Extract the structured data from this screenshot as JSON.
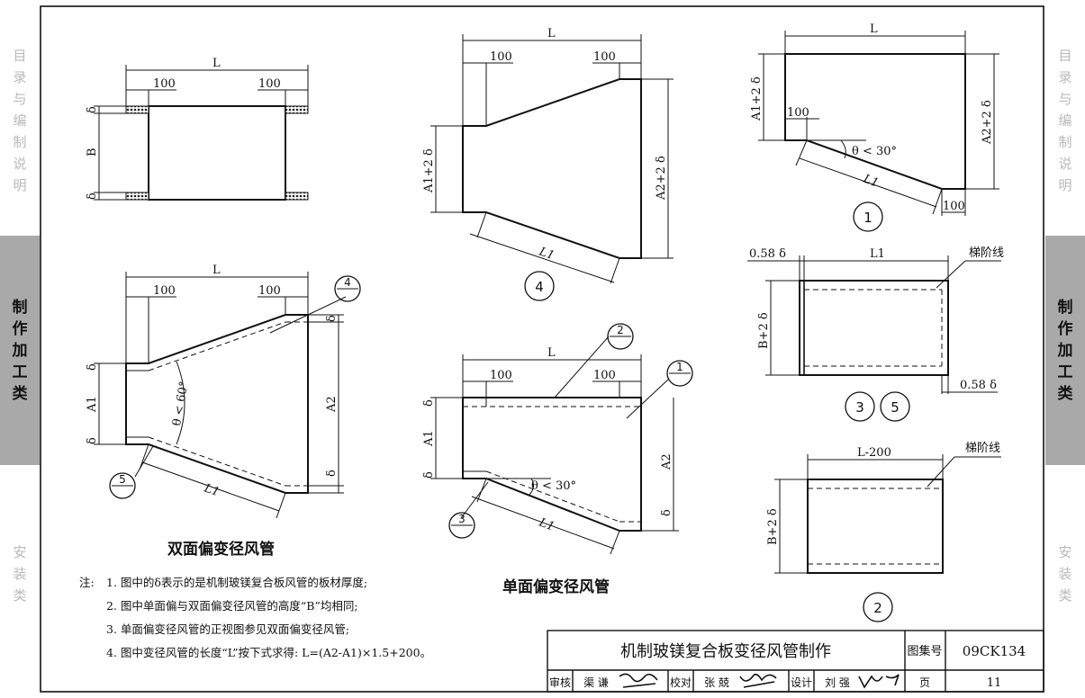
{
  "left_tabs": {
    "top": [
      "目",
      "录",
      "与",
      "编",
      "制",
      "说",
      "明"
    ],
    "mid": [
      "制",
      "作",
      "加",
      "工",
      "类"
    ],
    "bot": [
      "安",
      "装",
      "类"
    ]
  },
  "right_tabs": {
    "top": [
      "目",
      "录",
      "与",
      "编",
      "制",
      "说",
      "明"
    ],
    "mid": [
      "制",
      "作",
      "加",
      "工",
      "类"
    ],
    "bot": [
      "安",
      "装",
      "类"
    ]
  },
  "dims": {
    "L": "L",
    "d100": "100",
    "B": "B",
    "delta": "δ",
    "A1": "A1",
    "A2": "A2",
    "L1": "L1",
    "A1_2d": "A1+2 δ",
    "A2_2d": "A2+2 δ",
    "B_2d": "B+2 δ",
    "d058": "0.58 δ",
    "L_200": "L-200",
    "theta60": "θ < 60°",
    "theta30": "θ < 30°",
    "step_line": "梯阶线"
  },
  "callouts": {
    "n1": "1",
    "n2": "2",
    "n3": "3",
    "n4": "4",
    "n5": "5"
  },
  "captions": {
    "double": "双面偏变径风管",
    "single": "单面偏变径风管"
  },
  "notes": {
    "lead": "注:",
    "items": [
      "1. 图中的δ表示的是机制玻镁复合板风管的板材厚度;",
      "2. 图中单面偏与双面偏变径风管的高度“B”均相同;",
      "3. 单面偏变径风管的正视图参见双面偏变径风管;",
      "4. 图中变径风管的长度“L”按下式求得: L=(A2-A1)×1.5+200。"
    ]
  },
  "title_block": {
    "title": "机制玻镁复合板变径风管制作",
    "atlas_label": "图集号",
    "atlas_no": "09CK134",
    "audit_label": "审核",
    "audit_name": "渠 谦",
    "check_label": "校对",
    "check_name": "张 兢",
    "design_label": "设计",
    "design_name": "刘 强",
    "page_label": "页",
    "page_no": "11"
  }
}
